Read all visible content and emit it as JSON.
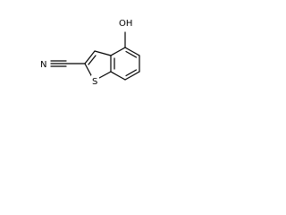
{
  "molecule": {
    "atoms": {
      "hydroxyl": "OH",
      "sulfur": "S",
      "nitrogen": "N"
    },
    "colors": {
      "bond": "#000000",
      "sulfur": "#b8860b",
      "oxygen": "#ff0000",
      "nitrogen": "#0000ff"
    }
  }
}
